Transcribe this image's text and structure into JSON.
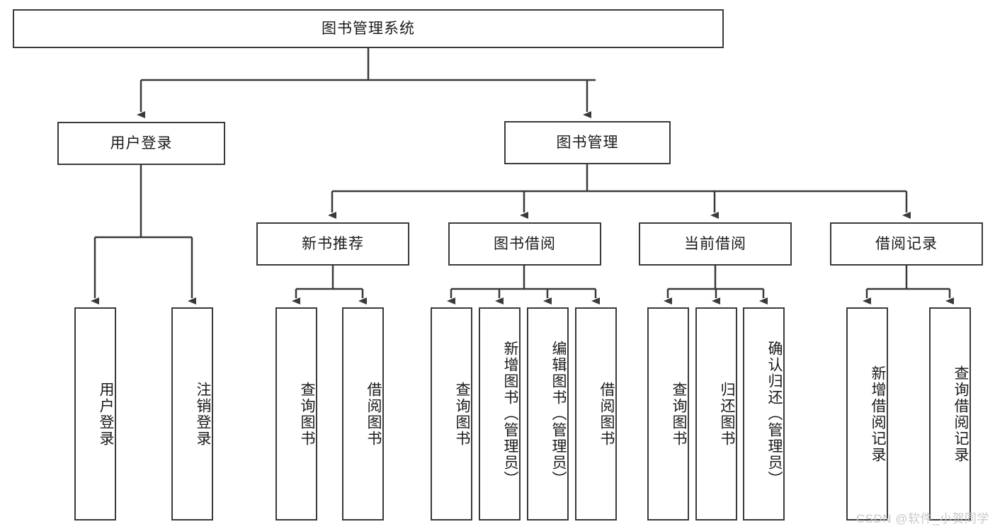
{
  "diagram": {
    "type": "tree-hierarchy-chart",
    "title": "图书管理系统",
    "watermark": "CSDN @软件_小贺同学",
    "colors": {
      "stroke": "#3a3a3a",
      "fill": "#ffffff",
      "text": "#1b1b1b",
      "watermark": "#c9c9c9"
    },
    "levels": {
      "level0": [
        {
          "id": "root",
          "label": "图书管理系统"
        }
      ],
      "level1": [
        {
          "id": "user-login",
          "label": "用户登录"
        },
        {
          "id": "book-manage",
          "label": "图书管理"
        }
      ],
      "level2": [
        {
          "id": "new-book-rec",
          "label": "新书推荐",
          "parent": "book-manage"
        },
        {
          "id": "book-borrow",
          "label": "图书借阅",
          "parent": "book-manage"
        },
        {
          "id": "current-borrow",
          "label": "当前借阅",
          "parent": "book-manage"
        },
        {
          "id": "borrow-record",
          "label": "借阅记录",
          "parent": "book-manage"
        }
      ],
      "level3": [
        {
          "id": "leaf-user-login",
          "label": "用户登录",
          "parent": "user-login"
        },
        {
          "id": "leaf-logout",
          "label": "注销登录",
          "parent": "user-login"
        },
        {
          "id": "leaf-query-book-1",
          "label": "查询图书",
          "parent": "new-book-rec"
        },
        {
          "id": "leaf-borrow-book-1",
          "label": "借阅图书",
          "parent": "new-book-rec"
        },
        {
          "id": "leaf-query-book-2",
          "label": "查询图书",
          "parent": "book-borrow"
        },
        {
          "id": "leaf-add-book",
          "label": "新增图书（管理员）",
          "parent": "book-borrow"
        },
        {
          "id": "leaf-edit-book",
          "label": "编辑图书（管理员）",
          "parent": "book-borrow"
        },
        {
          "id": "leaf-borrow-book-2",
          "label": "借阅图书",
          "parent": "book-borrow"
        },
        {
          "id": "leaf-query-book-3",
          "label": "查询图书",
          "parent": "current-borrow"
        },
        {
          "id": "leaf-return-book",
          "label": "归还图书",
          "parent": "current-borrow"
        },
        {
          "id": "leaf-confirm-return",
          "label": "确认归还（管理员）",
          "parent": "current-borrow"
        },
        {
          "id": "leaf-add-record",
          "label": "新增借阅记录",
          "parent": "borrow-record"
        },
        {
          "id": "leaf-query-record",
          "label": "查询借阅记录",
          "parent": "borrow-record"
        }
      ]
    }
  }
}
